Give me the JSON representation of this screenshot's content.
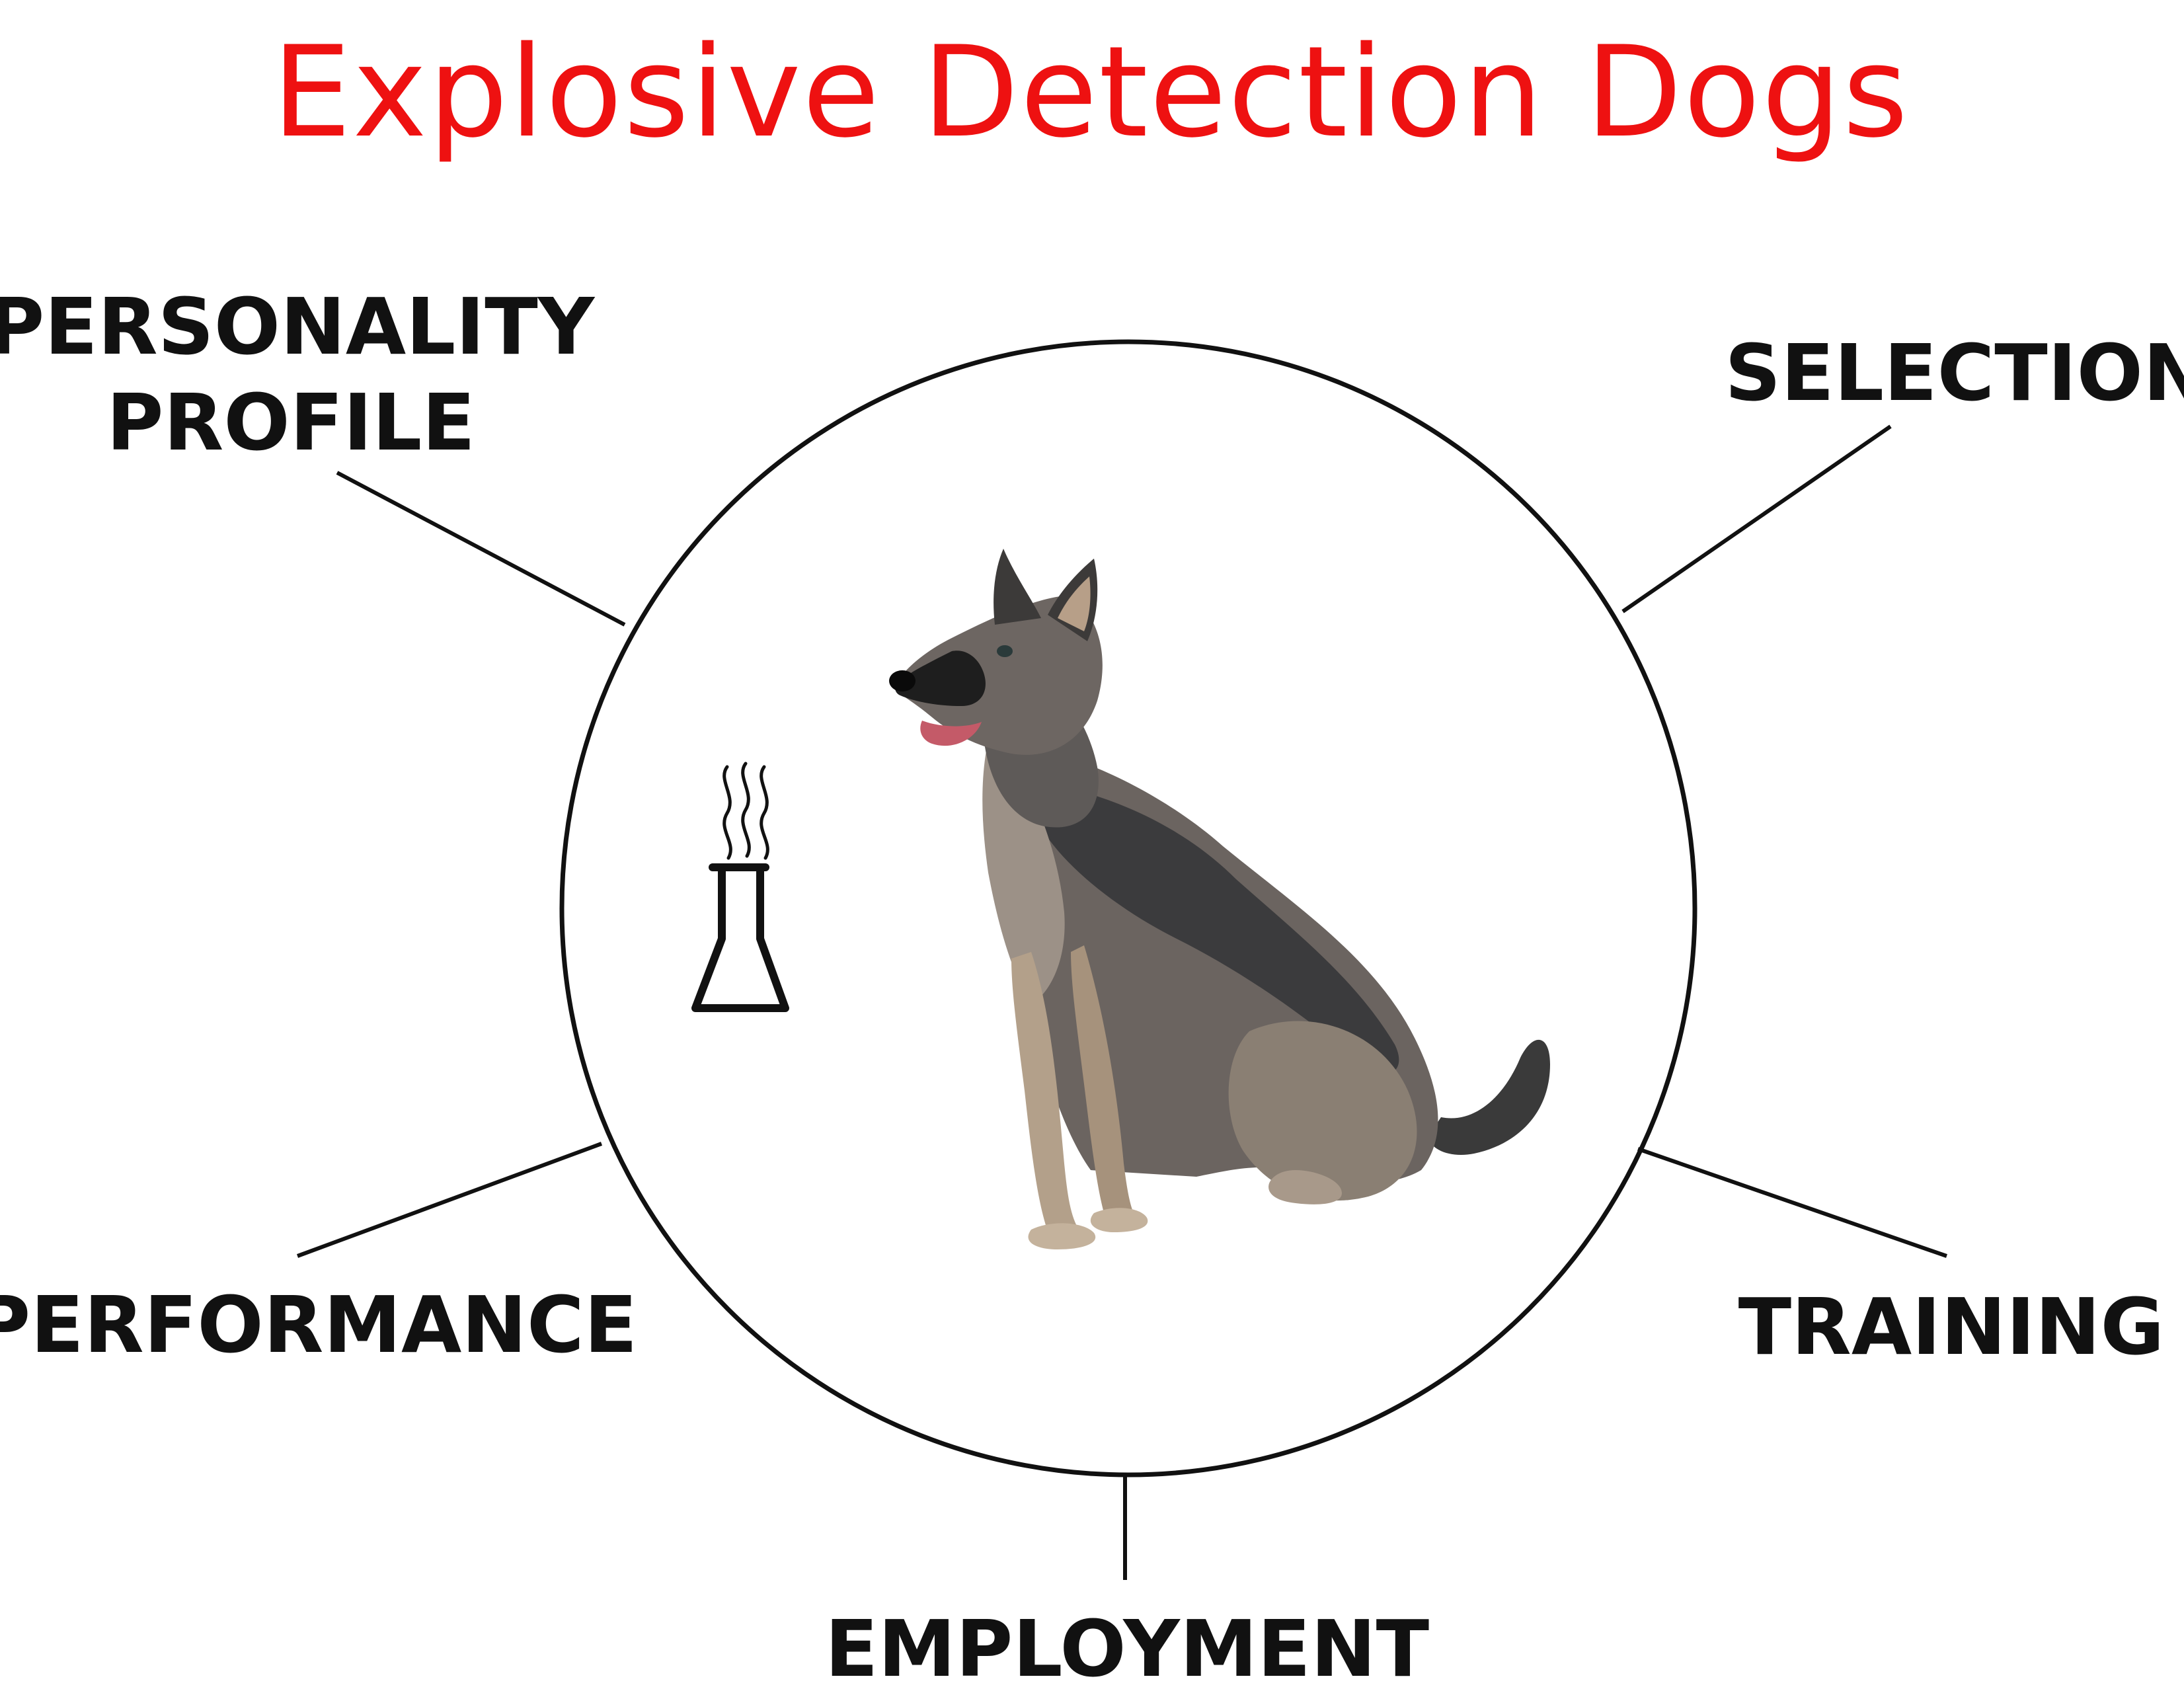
{
  "title": "Explosive Detection Dogs",
  "labels": {
    "personality_line1": "PERSONALITY",
    "personality_line2": "PROFILE",
    "selection": "SELECTION",
    "performance": "PERFORMANCE",
    "training": "TRAINING",
    "employment": "EMPLOYMENT"
  },
  "colors": {
    "title": "#ee1111",
    "label": "#111111",
    "line": "#111111",
    "background": "#ffffff"
  },
  "icons": {
    "flask": "flask-icon",
    "dog": "german-shepherd-dog-picture"
  }
}
